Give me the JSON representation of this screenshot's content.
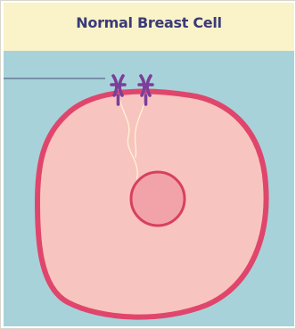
{
  "header": {
    "title": "Normal Breast Cell"
  },
  "colors": {
    "header_bg": "#faf3c9",
    "title_text": "#3a3a78",
    "background": "#a8d2da",
    "cytoplasm": "#f8c4bf",
    "membrane": "#e0466c",
    "nucleus": "#f2a3aa",
    "nucleus_outline": "#d8405e",
    "receptor": "#7b3f9a",
    "pointer_line": "#5a6a8a",
    "signal_line": "#fff4d2"
  },
  "diagram": {
    "elements": [
      {
        "name": "cell-membrane",
        "type": "membrane"
      },
      {
        "name": "cytoplasm",
        "type": "cytoplasm"
      },
      {
        "name": "nucleus",
        "type": "organelle"
      },
      {
        "name": "receptor-left",
        "type": "receptor"
      },
      {
        "name": "receptor-right",
        "type": "receptor"
      },
      {
        "name": "signal-path",
        "type": "signal"
      },
      {
        "name": "pointer-line",
        "type": "leader-line"
      }
    ]
  }
}
